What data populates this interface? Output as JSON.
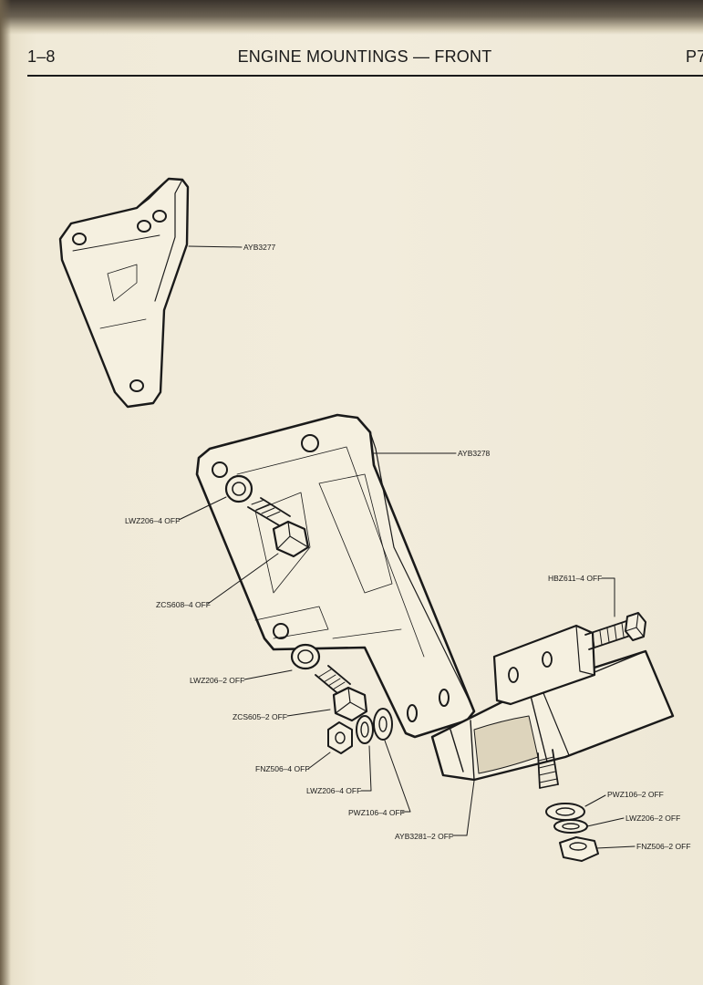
{
  "header": {
    "section": "1–8",
    "title": "ENGINE MOUNTINGS — FRONT",
    "page_ref": "P7"
  },
  "parts": {
    "ayb3277": "AYB3277",
    "ayb3278": "AYB3278",
    "lwz206_4_top": "LWZ206–4 OFF",
    "zcs608": "ZCS608–4 OFF",
    "hbz611": "HBZ611–4 OFF",
    "lwz206_2_left": "LWZ206–2 OFF",
    "zcs605": "ZCS605–2 OFF",
    "fnz506_4": "FNZ506–4 OFF",
    "lwz206_4_bottom": "LWZ206–4 OFF",
    "pwz106_4": "PWZ106–4 OFF",
    "ayb3281": "AYB3281–2 OFF",
    "pwz106_2": "PWZ106–2 OFF",
    "lwz206_2_right": "LWZ206–2 OFF",
    "fnz506_2": "FNZ506–2 OFF"
  }
}
